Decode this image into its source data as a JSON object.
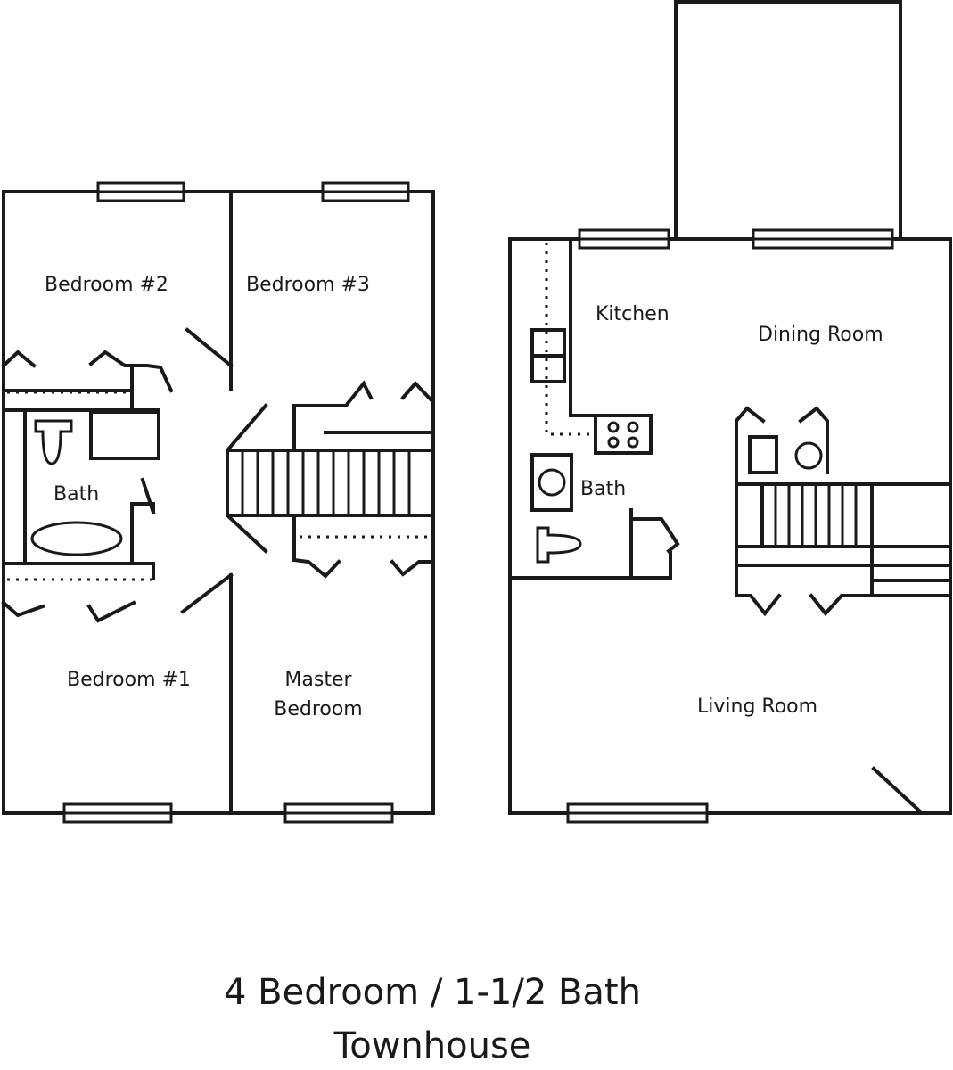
{
  "upper_floor": {
    "bedroom_2": "Bedroom #2",
    "bedroom_3": "Bedroom #3",
    "bath": "Bath",
    "bedroom_1": "Bedroom #1",
    "master_line1": "Master",
    "master_line2": "Bedroom"
  },
  "lower_floor": {
    "kitchen": "Kitchen",
    "dining_room": "Dining Room",
    "bath": "Bath",
    "living_room": "Living Room"
  },
  "caption": {
    "line1": "4 Bedroom / 1-1/2 Bath",
    "line2": "Townhouse"
  }
}
